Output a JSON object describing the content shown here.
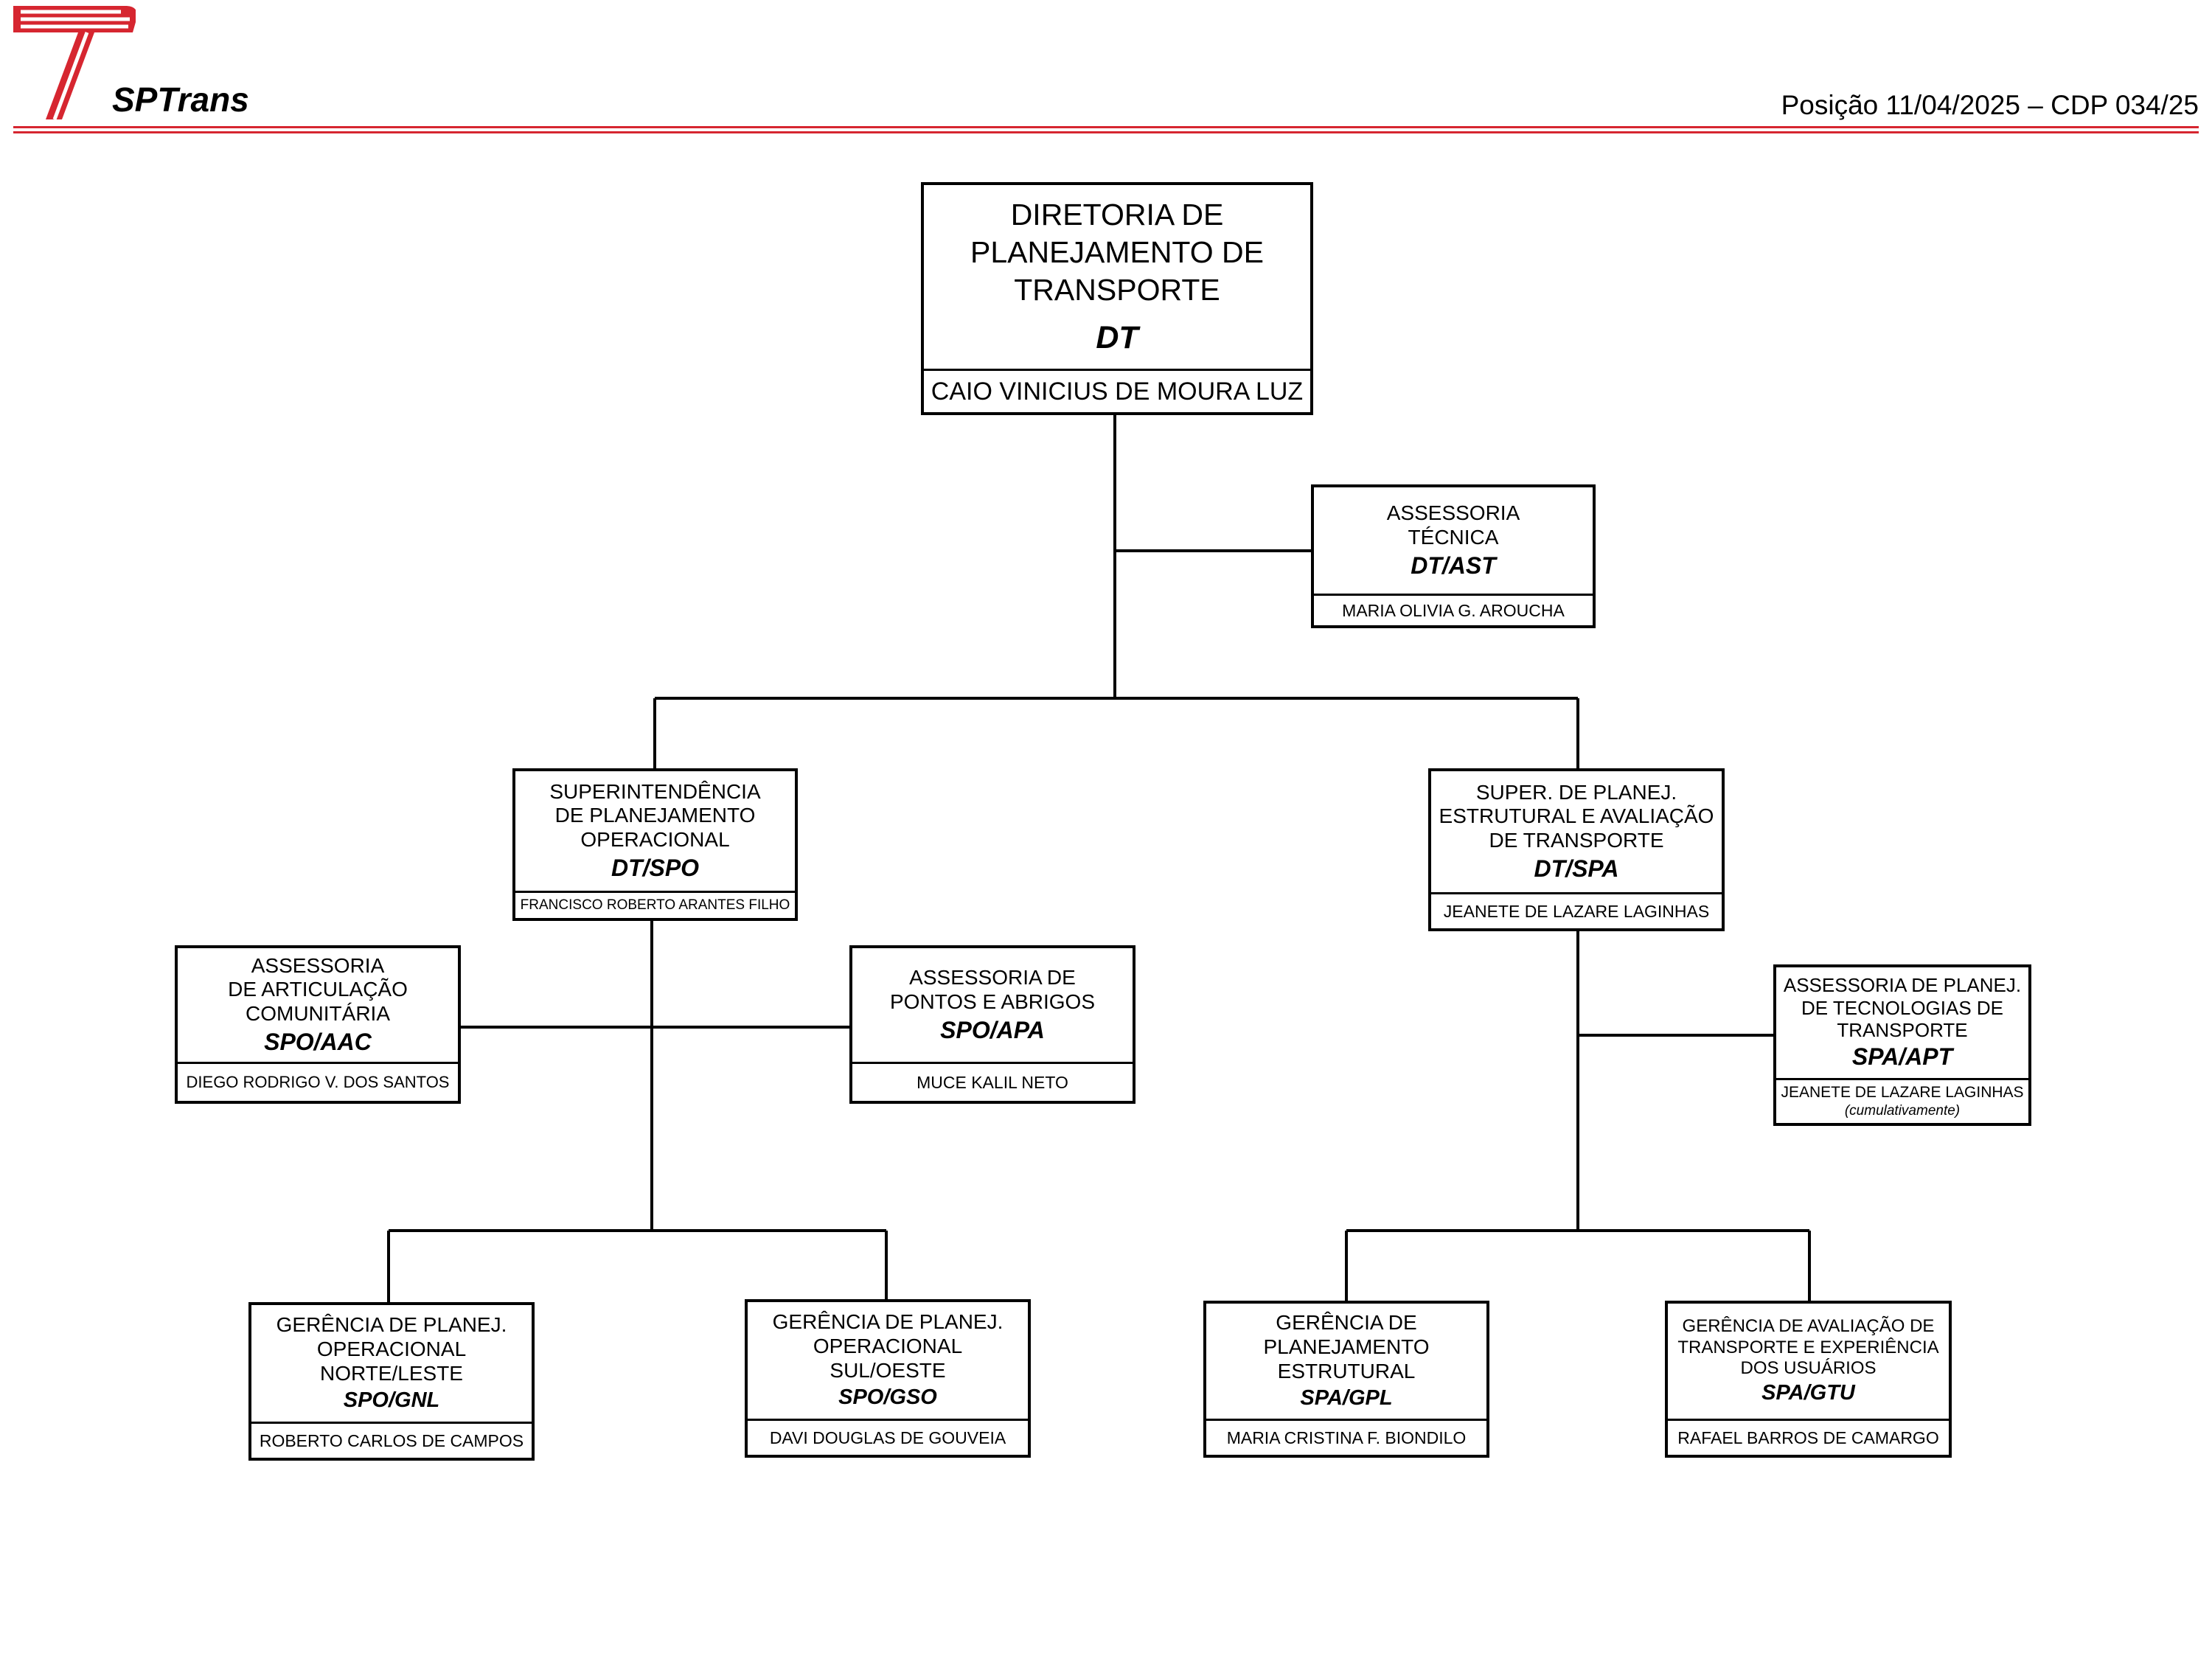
{
  "header": {
    "brand": "SPTrans",
    "position_text": "Posição 11/04/2025 – CDP 034/25",
    "colors": {
      "brand_red": "#d62630"
    }
  },
  "units": {
    "dt": {
      "title_lines": [
        "DIRETORIA DE",
        "PLANEJAMENTO DE",
        "TRANSPORTE"
      ],
      "code": "DT",
      "name": "CAIO VINICIUS DE MOURA LUZ"
    },
    "ast": {
      "title_lines": [
        "ASSESSORIA",
        "TÉCNICA"
      ],
      "code": "DT/AST",
      "name": "MARIA OLIVIA G. AROUCHA"
    },
    "spo": {
      "title_lines": [
        "SUPERINTENDÊNCIA",
        "DE PLANEJAMENTO",
        "OPERACIONAL"
      ],
      "code": "DT/SPO",
      "name": "FRANCISCO ROBERTO ARANTES FILHO"
    },
    "spa": {
      "title_lines": [
        "SUPER. DE PLANEJ.",
        "ESTRUTURAL E AVALIAÇÃO",
        "DE TRANSPORTE"
      ],
      "code": "DT/SPA",
      "name": "JEANETE DE LAZARE LAGINHAS"
    },
    "aac": {
      "title_lines": [
        "ASSESSORIA",
        "DE ARTICULAÇÃO",
        "COMUNITÁRIA"
      ],
      "code": "SPO/AAC",
      "name": "DIEGO RODRIGO V. DOS SANTOS"
    },
    "apa": {
      "title_lines": [
        "ASSESSORIA DE",
        "PONTOS E ABRIGOS"
      ],
      "code": "SPO/APA",
      "name": "MUCE KALIL NETO"
    },
    "apt": {
      "title_lines": [
        "ASSESSORIA DE PLANEJ.",
        "DE TECNOLOGIAS DE",
        "TRANSPORTE"
      ],
      "code": "SPA/APT",
      "name": "JEANETE DE LAZARE LAGINHAS",
      "note": "(cumulativamente)"
    },
    "gnl": {
      "title_lines": [
        "GERÊNCIA DE PLANEJ.",
        "OPERACIONAL",
        "NORTE/LESTE"
      ],
      "code": "SPO/GNL",
      "name": "ROBERTO CARLOS DE CAMPOS"
    },
    "gso": {
      "title_lines": [
        "GERÊNCIA DE PLANEJ.",
        "OPERACIONAL",
        "SUL/OESTE"
      ],
      "code": "SPO/GSO",
      "name": "DAVI DOUGLAS DE GOUVEIA"
    },
    "gpl": {
      "title_lines": [
        "GERÊNCIA DE",
        "PLANEJAMENTO",
        "ESTRUTURAL"
      ],
      "code": "SPA/GPL",
      "name": "MARIA CRISTINA F. BIONDILO"
    },
    "gtu": {
      "title_lines": [
        "GERÊNCIA DE AVALIAÇÃO DE",
        "TRANSPORTE E EXPERIÊNCIA",
        "DOS USUÁRIOS"
      ],
      "code": "SPA/GTU",
      "name": "RAFAEL BARROS DE CAMARGO"
    }
  }
}
